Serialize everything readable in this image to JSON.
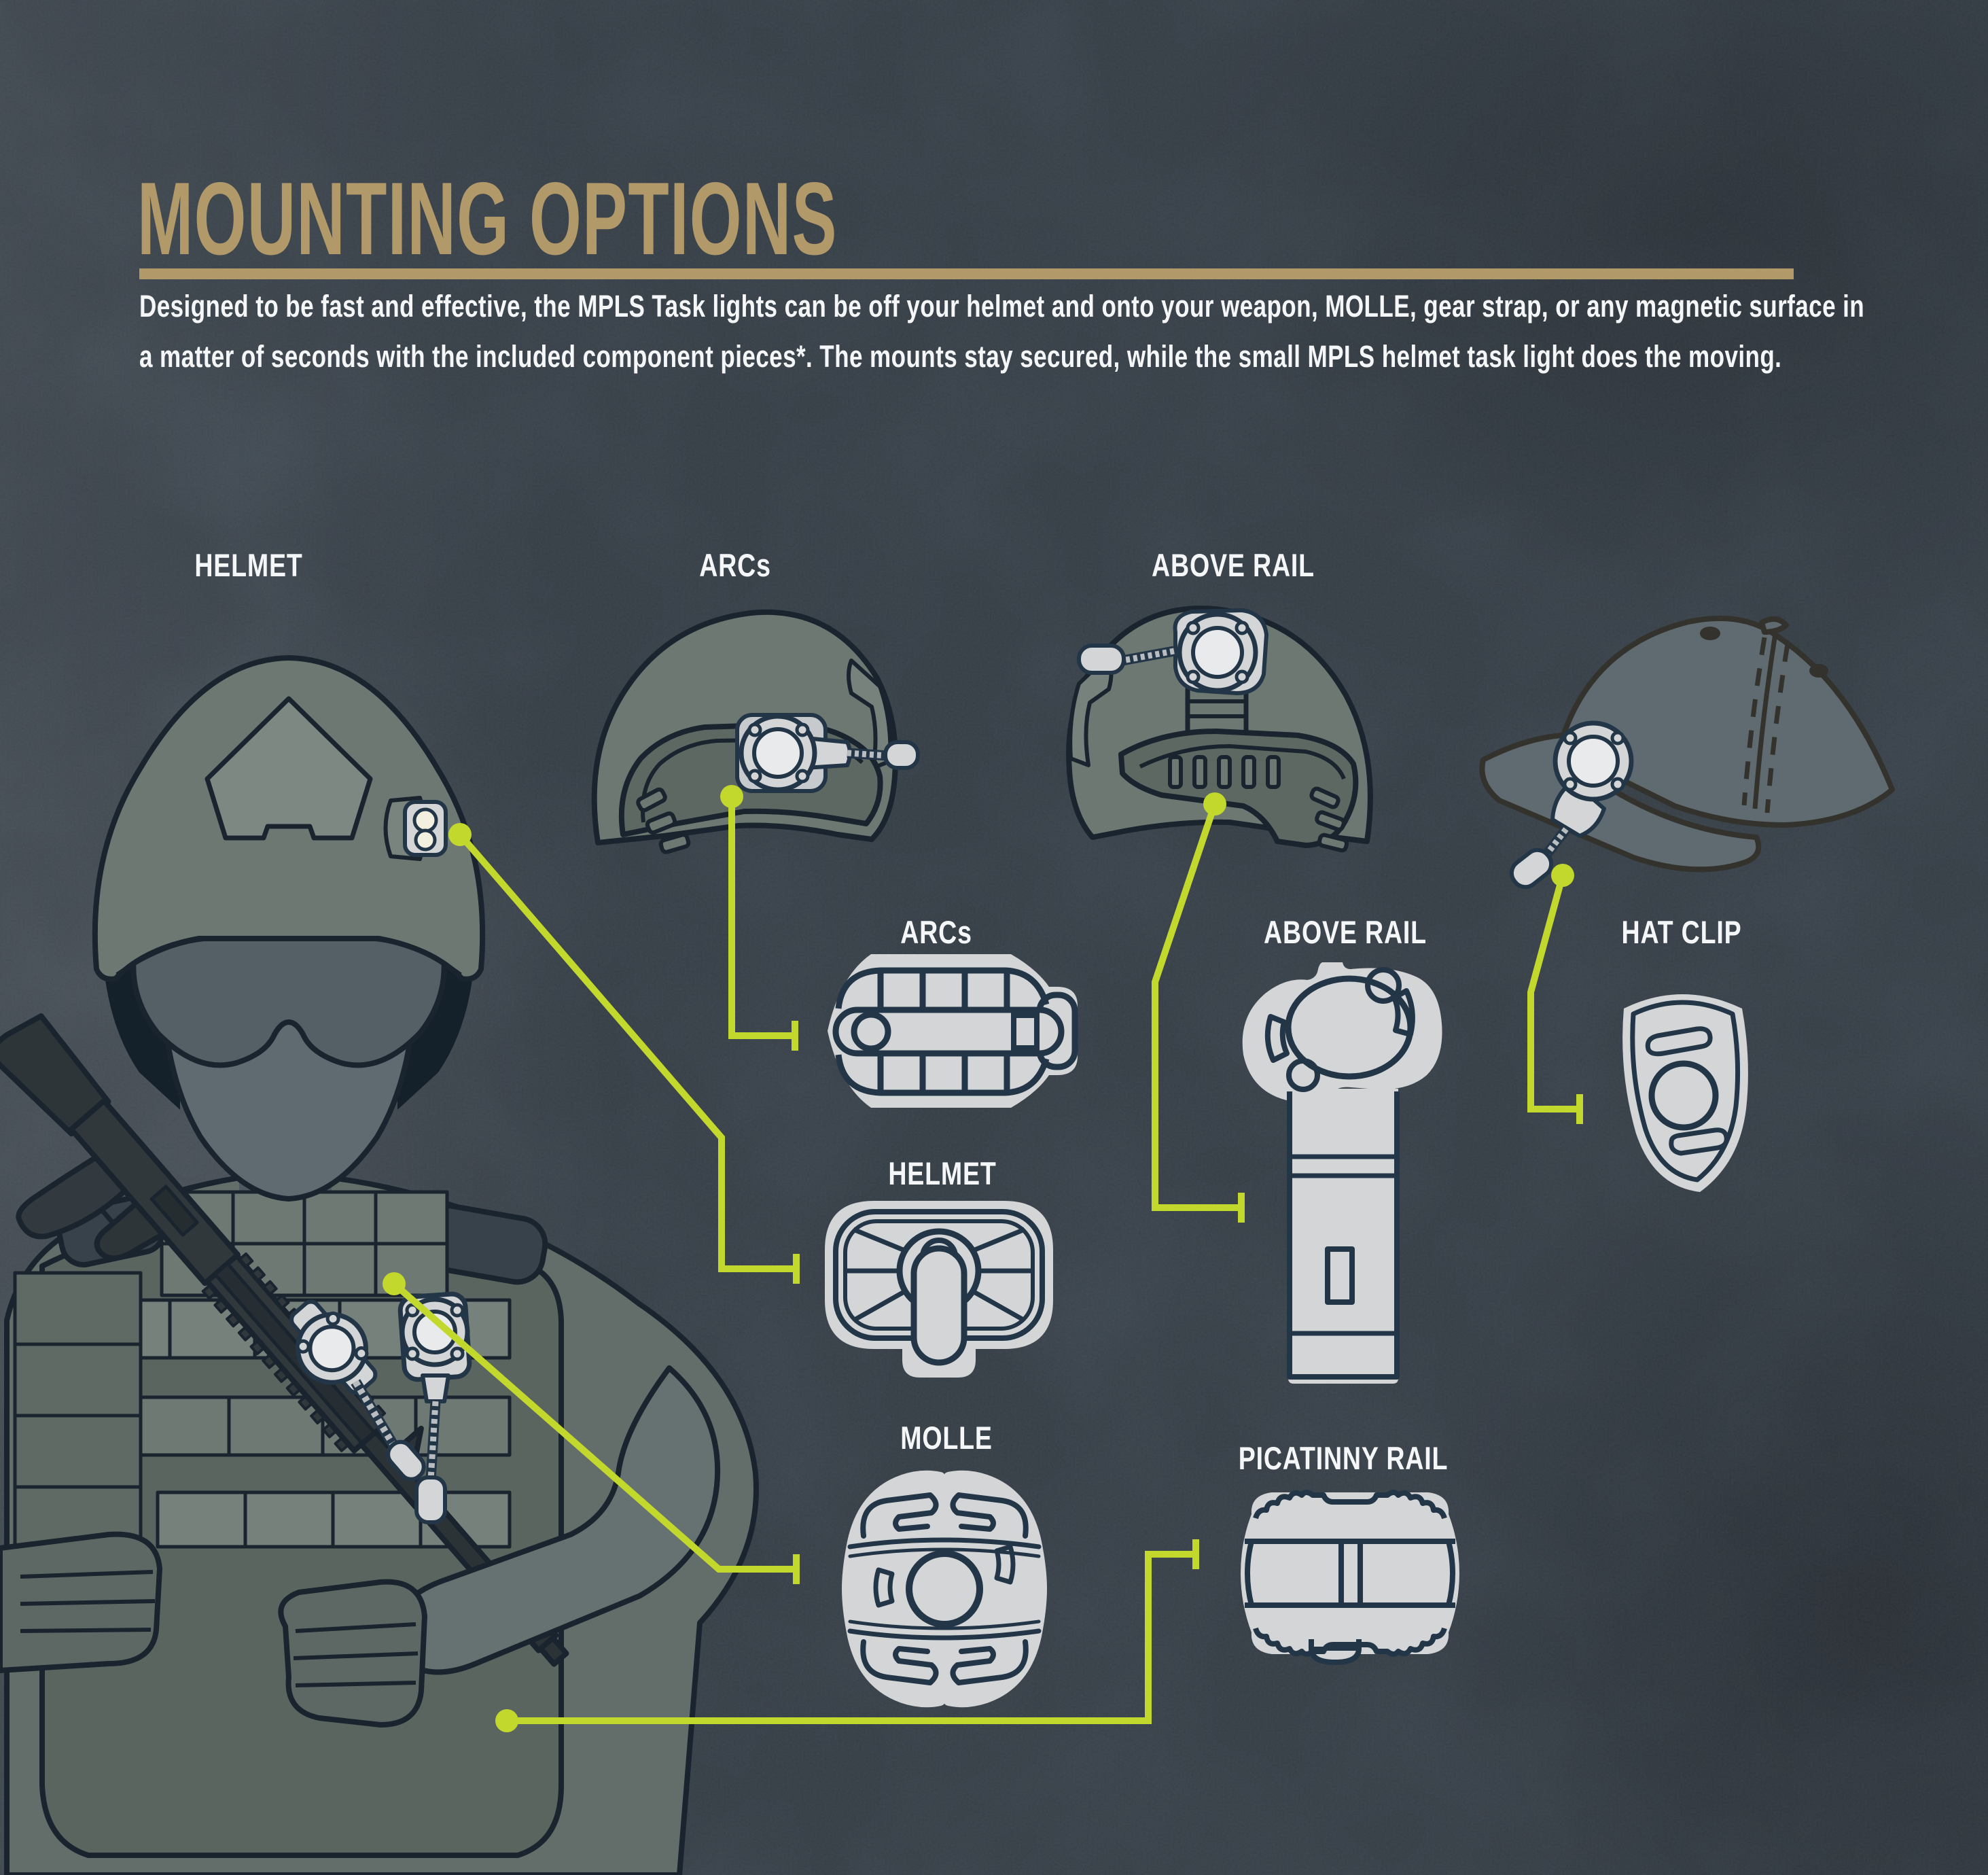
{
  "title": "MOUNTING OPTIONS",
  "intro": {
    "line1": "Designed to be fast and effective, the MPLS Task lights can be off your helmet and onto your weapon, MOLLE, gear strap, or any magnetic surface in",
    "line2": "a matter of seconds with the included component pieces*. The mounts stay secured, while the small MPLS helmet task light does the moving."
  },
  "wearables": [
    {
      "id": "helmet-front",
      "label": "HELMET"
    },
    {
      "id": "arc-helmet",
      "label": "ARCs"
    },
    {
      "id": "above-rail-helmet",
      "label": "ABOVE RAIL"
    }
  ],
  "mounts": [
    {
      "id": "arcs",
      "label": "ARCs"
    },
    {
      "id": "above-rail",
      "label": "ABOVE RAIL"
    },
    {
      "id": "hat-clip",
      "label": "HAT CLIP"
    },
    {
      "id": "helmet",
      "label": "HELMET"
    },
    {
      "id": "molle",
      "label": "MOLLE"
    },
    {
      "id": "picatinny",
      "label": "PICATINNY RAIL"
    }
  ],
  "colors": {
    "background": "#3d4751",
    "accent": "#c3d82d",
    "title": "#b2996a",
    "text": "#f5f6f7",
    "component_fill": "#d3d5d7",
    "component_outline": "#233648",
    "figure_fill": "#636e6a",
    "figure_outline": "#1a242e"
  }
}
